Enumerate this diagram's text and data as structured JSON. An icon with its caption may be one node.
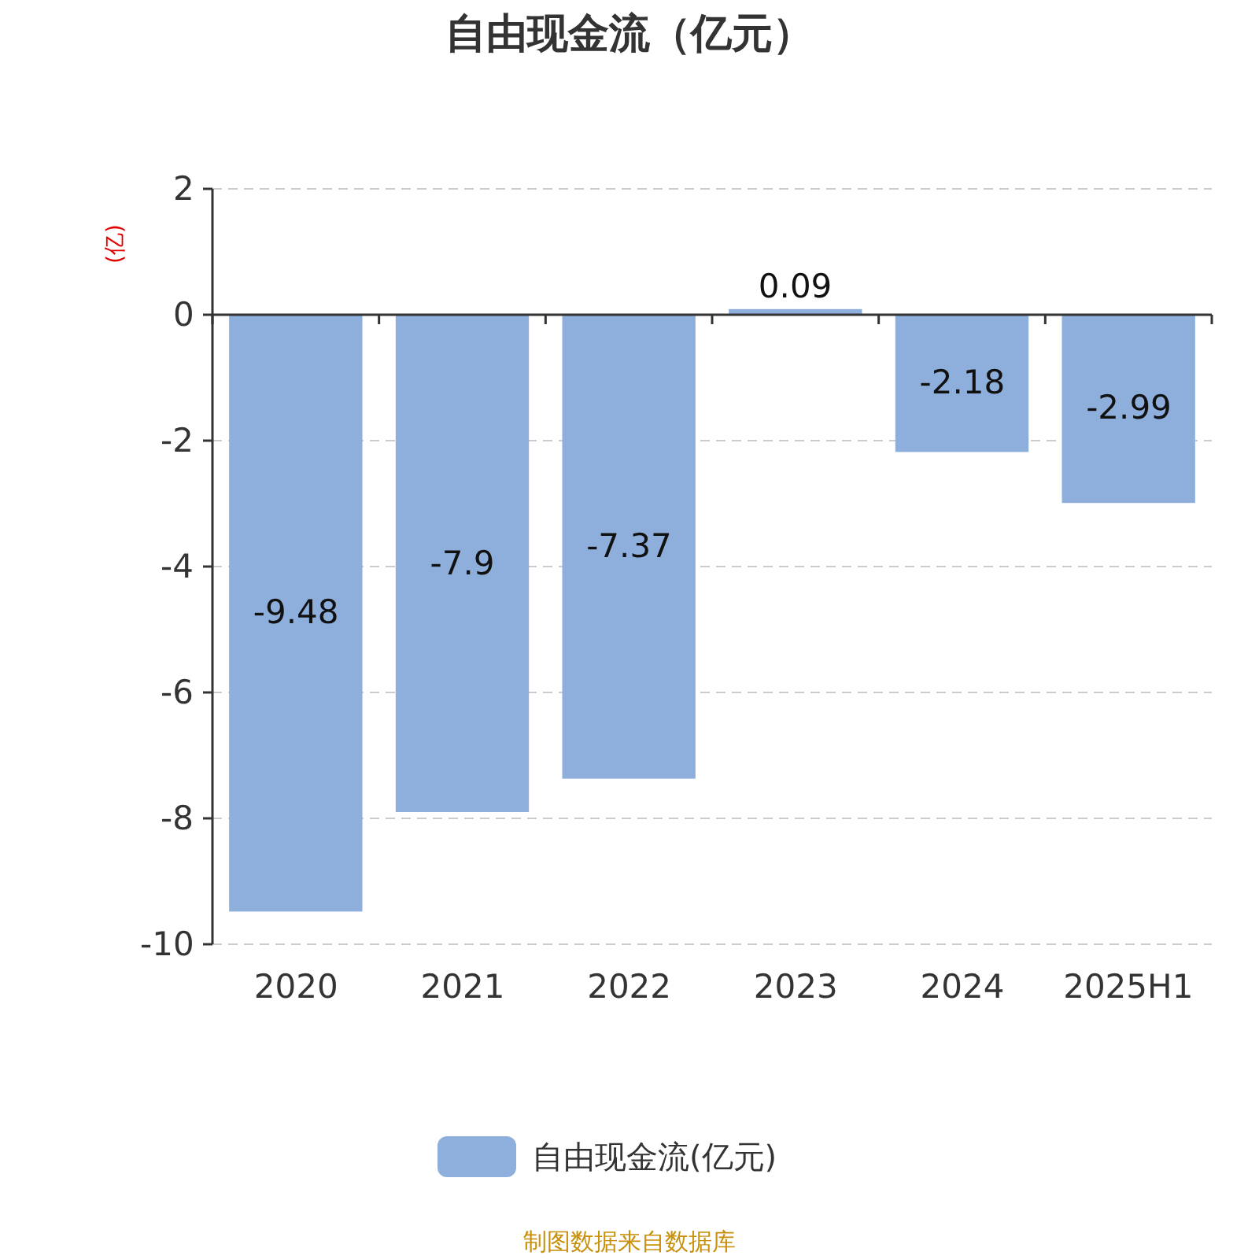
{
  "diagram": {
    "title": "自由现金流（亿元）",
    "caption": "制图数据来自数据库",
    "chart_data": {
      "type": "bar",
      "ylabel": "(亿)",
      "categories": [
        "2020",
        "2021",
        "2022",
        "2023",
        "2024",
        "2025H1"
      ],
      "series": [
        {
          "name": "自由现金流(亿元)",
          "color": "#8eaedb",
          "values": [
            -9.48,
            -7.9,
            -7.37,
            0.09,
            -2.18,
            -2.99
          ]
        }
      ],
      "ylim": [
        -10,
        2
      ],
      "yticks": [
        -10,
        -8,
        -6,
        -4,
        -2,
        0,
        2
      ],
      "data_labels": true,
      "grid": true
    }
  }
}
